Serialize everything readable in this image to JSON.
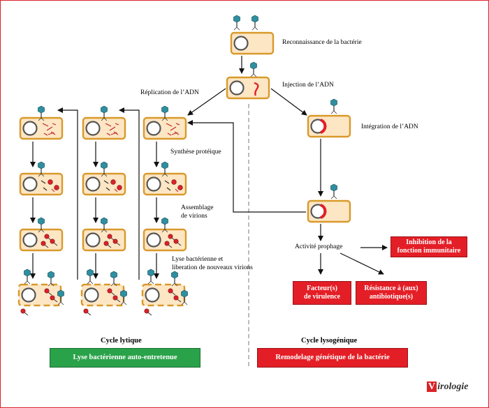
{
  "labels": {
    "reconnaissance": "Reconnaissance de la bactérie",
    "injection": "Injection de l’ADN",
    "replication": "Réplication de l’ADN",
    "integration": "Intégration de l’ADN",
    "synthese": "Synthèse protéique",
    "assemblage_1": "Assemblage",
    "assemblage_2": "de virions",
    "lyse_1": "Lyse bactérienne et",
    "lyse_2": "liberation de nouveaux virions",
    "activite": "Activité prophage"
  },
  "boxes": {
    "inhibition_1": "Inhibition de la",
    "inhibition_2": "fonction immunitaire",
    "facteur_1": "Facteur(s)",
    "facteur_2": "de virulence",
    "resistance_1": "Résistance à (aux)",
    "resistance_2": "antibiotique(s)",
    "lyse_auto": "Lyse bactérienne auto-entretenue",
    "remodelage": "Remodelage génétique de la bactérie"
  },
  "titles": {
    "lytique": "Cycle lytique",
    "lysogenique": "Cycle lysogénique"
  },
  "logo": {
    "initial": "V",
    "rest": "irologie"
  },
  "colors": {
    "cell_fill": "#fde6c4",
    "cell_border": "#d9992a",
    "red": "#e41e26",
    "green": "#2aa24a",
    "phage_head": "#2f8fa0"
  }
}
